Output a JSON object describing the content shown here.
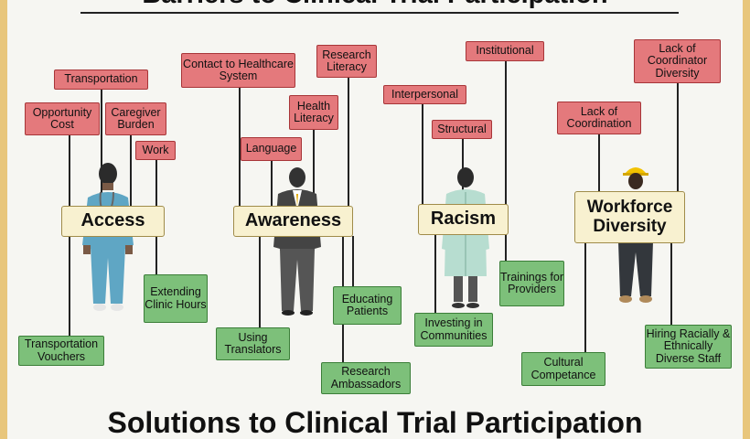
{
  "titles": {
    "top": "Barriers to Clinical Trial Participation",
    "bottom": "Solutions to Clinical Trial Participation"
  },
  "categories": {
    "access": "Access",
    "awareness": "Awareness",
    "racism": "Racism",
    "workforce": "Workforce Diversity"
  },
  "barriers": {
    "transportation": "Transportation",
    "opportunity_cost": "Opportunity Cost",
    "caregiver_burden": "Caregiver Burden",
    "work": "Work",
    "contact_healthcare": "Contact to Healthcare System",
    "language": "Language",
    "health_literacy": "Health Literacy",
    "research_literacy": "Research Literacy",
    "interpersonal": "Interpersonal",
    "structural": "Structural",
    "institutional": "Institutional",
    "lack_coordination": "Lack of Coordination",
    "lack_coordinator_diversity": "Lack of Coordinator Diversity"
  },
  "solutions": {
    "transportation_vouchers": "Transportation Vouchers",
    "extending_clinic_hours": "Extending Clinic Hours",
    "using_translators": "Using Translators",
    "educating_patients": "Educating Patients",
    "research_ambassadors": "Research Ambassadors",
    "investing_communities": "Investing in Communities",
    "trainings_providers": "Trainings for Providers",
    "cultural_competance": "Cultural Competance",
    "hiring_diverse_staff": "Hiring Racially & Ethnically Diverse Staff"
  },
  "colors": {
    "frame": "#e8c67c",
    "barrier_fill": "#e4797c",
    "solution_fill": "#7dc07a",
    "category_fill": "#f8f1d0"
  },
  "figures": [
    "healthcare-worker-with-stethoscope",
    "person-in-suit",
    "person-in-lab-coat",
    "construction-worker-in-hard-hat"
  ]
}
